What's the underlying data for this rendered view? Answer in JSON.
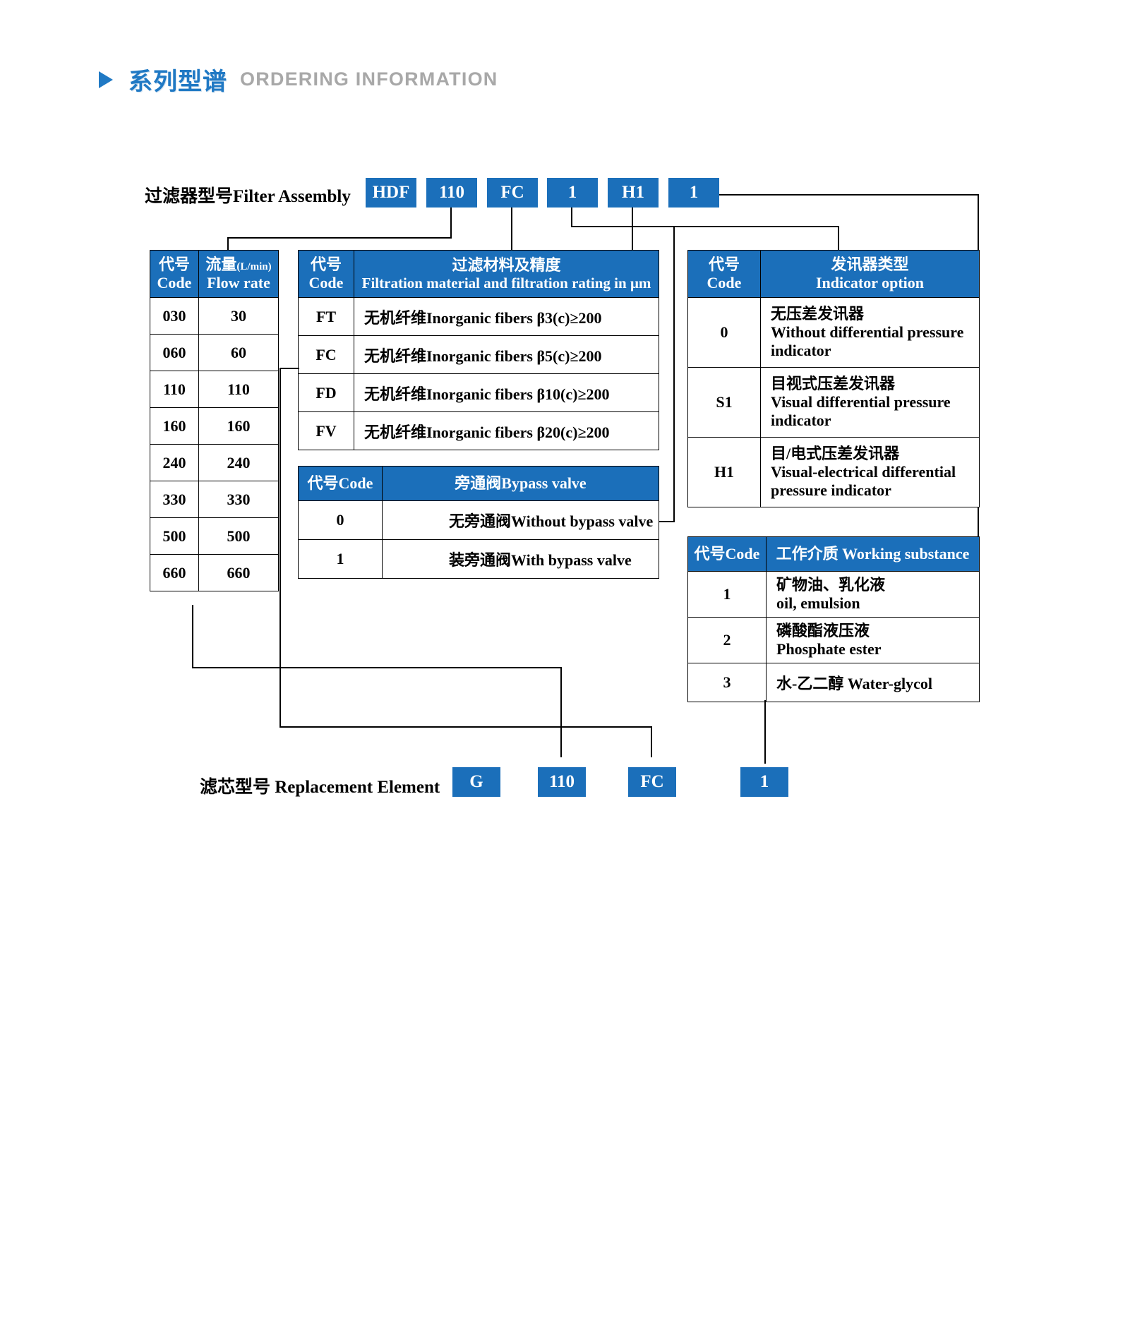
{
  "header": {
    "triangle_icon": "play-triangle-icon",
    "title_cn": "系列型谱",
    "title_en": "ORDERING INFORMATION",
    "accent_color": "#2079c4",
    "muted_color": "#a8a8a8"
  },
  "theme": {
    "chip_blue": "#1b6fba",
    "header_blue": "#1b6fba",
    "text": "#000000",
    "page_bg": "#ffffff"
  },
  "filter_assembly": {
    "label": "过滤器型号Filter Assembly",
    "codes": [
      "HDF",
      "110",
      "FC",
      "1",
      "H1",
      "1"
    ]
  },
  "replacement_element": {
    "label": "滤芯型号 Replacement Element",
    "codes": [
      "G",
      "110",
      "FC",
      "1"
    ]
  },
  "flow_table": {
    "headers": {
      "code_cn": "代号",
      "code_en": "Code",
      "flow_cn": "流量",
      "flow_unit": "(L/min)",
      "flow_en": "Flow rate"
    },
    "rows": [
      {
        "code": "030",
        "flow": "30"
      },
      {
        "code": "060",
        "flow": "60"
      },
      {
        "code": "110",
        "flow": "110"
      },
      {
        "code": "160",
        "flow": "160"
      },
      {
        "code": "240",
        "flow": "240"
      },
      {
        "code": "330",
        "flow": "330"
      },
      {
        "code": "500",
        "flow": "500"
      },
      {
        "code": "660",
        "flow": "660"
      }
    ]
  },
  "filtration_table": {
    "headers": {
      "code_cn": "代号",
      "code_en": "Code",
      "desc_cn": "过滤材料及精度",
      "desc_en": "Filtration material and filtration rating in μm"
    },
    "rows": [
      {
        "code": "FT",
        "desc": "无机纤维Inorganic fibers β3(c)≥200"
      },
      {
        "code": "FC",
        "desc": "无机纤维Inorganic fibers β5(c)≥200"
      },
      {
        "code": "FD",
        "desc": "无机纤维Inorganic fibers β10(c)≥200"
      },
      {
        "code": "FV",
        "desc": "无机纤维Inorganic fibers β20(c)≥200"
      }
    ]
  },
  "bypass_table": {
    "headers": {
      "code": "代号Code",
      "desc": "旁通阀Bypass valve"
    },
    "rows": [
      {
        "code": "0",
        "desc": "无旁通阀Without bypass valve"
      },
      {
        "code": "1",
        "desc": "装旁通阀With bypass valve"
      }
    ]
  },
  "indicator_table": {
    "headers": {
      "code_cn": "代号",
      "code_en": "Code",
      "desc_cn": "发讯器类型",
      "desc_en": "Indicator option"
    },
    "rows": [
      {
        "code": "0",
        "desc_cn": "无压差发讯器",
        "desc_en": "Without differential pressure indicator"
      },
      {
        "code": "S1",
        "desc_cn": "目视式压差发讯器",
        "desc_en": "Visual differential pressure indicator"
      },
      {
        "code": "H1",
        "desc_cn": "目/电式压差发讯器",
        "desc_en": "Visual-electrical differential pressure indicator"
      }
    ]
  },
  "substance_table": {
    "headers": {
      "code": "代号Code",
      "desc": "工作介质 Working substance"
    },
    "rows": [
      {
        "code": "1",
        "desc_cn": "矿物油、乳化液",
        "desc_en": "oil, emulsion"
      },
      {
        "code": "2",
        "desc_cn": "磷酸酯液压液",
        "desc_en": " Phosphate ester"
      },
      {
        "code": "3",
        "desc_cn": "水-乙二醇 Water-glycol",
        "desc_en": ""
      }
    ]
  }
}
